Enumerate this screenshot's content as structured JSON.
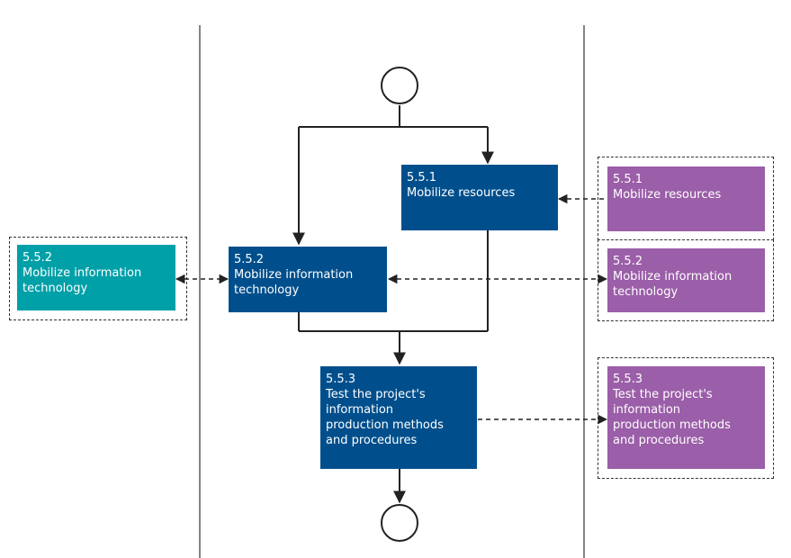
{
  "colors": {
    "main_process": "#004f8c",
    "teal_process": "#00a0a8",
    "purple_process": "#9b5ea8",
    "connector": "#222222"
  },
  "start_node": {
    "icon": "start-circle"
  },
  "end_node": {
    "icon": "end-circle"
  },
  "main": {
    "mobilize_resources": {
      "code": "5.5.1",
      "label": "Mobilize resources"
    },
    "mobilize_it": {
      "code": "5.5.2",
      "label": "Mobilize information\ntechnology"
    },
    "test_methods": {
      "code": "5.5.3",
      "label": "Test the project's\ninformation\nproduction methods\nand procedures"
    }
  },
  "left_lane": {
    "mobilize_it": {
      "code": "5.5.2",
      "label": "Mobilize information\ntechnology"
    }
  },
  "right_lane": {
    "mobilize_resources": {
      "code": "5.5.1",
      "label": "Mobilize resources"
    },
    "mobilize_it": {
      "code": "5.5.2",
      "label": "Mobilize information\ntechnology"
    },
    "test_methods": {
      "code": "5.5.3",
      "label": "Test the project's\ninformation\nproduction methods\nand procedures"
    }
  }
}
